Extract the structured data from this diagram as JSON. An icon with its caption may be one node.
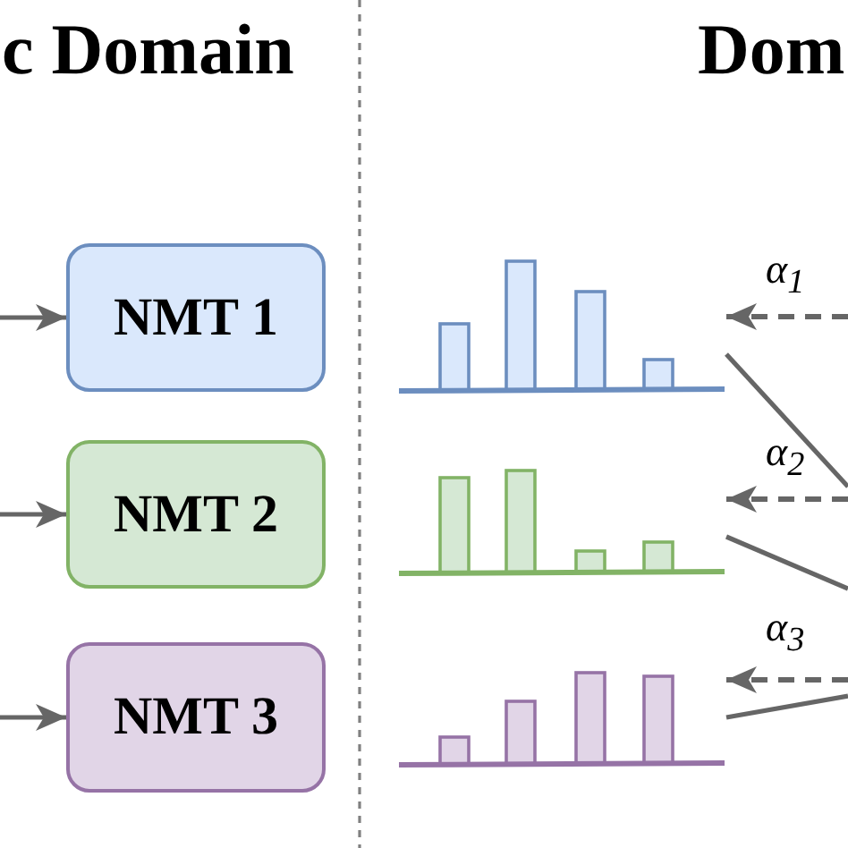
{
  "diagram": {
    "nodes": [
      {
        "text": [
          "NMT 1"
        ]
      },
      {
        "text": [
          "NMT 2"
        ]
      },
      {
        "text": [
          "NMT 3"
        ]
      },
      {
        "text": [],
        "shape": "picture"
      },
      {
        "text": [],
        "shape": "picture"
      },
      {
        "text": [],
        "shape": "picture"
      }
    ],
    "edges": [
      {
        "from": null,
        "to": 0,
        "arrow": "to"
      },
      {
        "from": null,
        "to": 1,
        "arrow": "to"
      },
      {
        "from": null,
        "to": 2,
        "arrow": "to"
      },
      {
        "from": null,
        "to": 3,
        "arrow": "to",
        "label": "α$_{1}$",
        "style": "dashed"
      },
      {
        "from": null,
        "to": 4,
        "arrow": "to",
        "label": "α$_{2}$",
        "style": "dashed"
      },
      {
        "from": null,
        "to": 5,
        "arrow": "to",
        "label": "α$_{3}$",
        "style": "dashed"
      },
      {
        "from": 3,
        "to": null,
        "arrow": "none"
      },
      {
        "from": 4,
        "to": null,
        "arrow": "none"
      },
      {
        "from": 5,
        "to": null,
        "arrow": "none"
      }
    ],
    "labels": [
      "c Domain",
      "Dom"
    ]
  }
}
